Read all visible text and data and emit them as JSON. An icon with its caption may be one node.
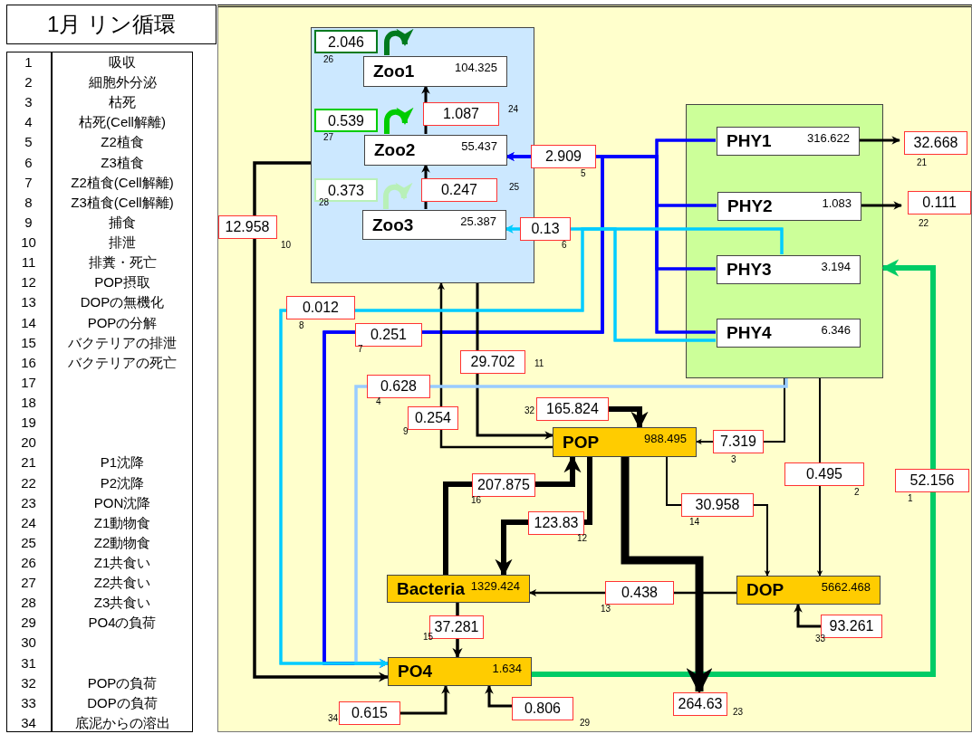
{
  "diagram": {
    "title": "1月 リン循環",
    "nodes": [
      {
        "text": [],
        "shape": "box"
      },
      {
        "text": [
          "Zoo1",
          "104.325"
        ],
        "in": 0
      },
      {
        "text": [
          "Zoo2",
          "55.437"
        ],
        "in": 0
      },
      {
        "text": [
          "Zoo3",
          "25.387"
        ],
        "in": 0
      },
      {
        "text": [],
        "shape": "box"
      },
      {
        "text": [
          "PHY1",
          "316.622"
        ],
        "in": 4
      },
      {
        "text": [
          "PHY2",
          "1.083"
        ],
        "in": 4
      },
      {
        "text": [
          "PHY3",
          "3.194"
        ],
        "in": 4
      },
      {
        "text": [
          "PHY4",
          "6.346"
        ],
        "in": 4
      },
      {
        "text": [
          "POP",
          "988.495"
        ]
      },
      {
        "text": [
          "Bacteria",
          "1329.424"
        ]
      },
      {
        "text": [
          "DOP",
          "5662.468"
        ]
      },
      {
        "text": [
          "PO4",
          "1.634"
        ]
      }
    ],
    "edges": [
      {
        "from": 5,
        "to": 2,
        "arrow": "to",
        "label": "2.909",
        "color": "#0000ff"
      },
      {
        "from": 6,
        "to": 2,
        "arrow": "to",
        "color": "#0000ff"
      },
      {
        "from": 7,
        "to": 2,
        "arrow": "to",
        "color": "#0000ff"
      },
      {
        "from": 8,
        "to": 2,
        "arrow": "to",
        "color": "#0000ff"
      },
      {
        "from": 5,
        "to": 12,
        "arrow": "to",
        "label": "0.251",
        "color": "#0000ff"
      },
      {
        "from": 6,
        "to": 12,
        "arrow": "to",
        "color": "#0000ff"
      },
      {
        "from": 7,
        "to": 12,
        "arrow": "to",
        "color": "#0000ff"
      },
      {
        "from": 8,
        "to": 12,
        "arrow": "to",
        "color": "#0000ff"
      },
      {
        "from": 7,
        "to": 3,
        "arrow": "to",
        "label": "0.13",
        "color": "#00ccff"
      },
      {
        "from": 8,
        "to": 3,
        "arrow": "to",
        "color": "#00ccff"
      },
      {
        "from": 7,
        "to": 12,
        "arrow": "to",
        "label": "0.012",
        "color": "#00ccff"
      },
      {
        "from": 8,
        "to": 12,
        "arrow": "to",
        "color": "#00ccff"
      },
      {
        "from": 4,
        "to": 12,
        "arrow": "to",
        "label": "0.628",
        "color": "#99ccff"
      },
      {
        "from": 12,
        "to": 4,
        "arrow": "to",
        "label": "52.156",
        "color": "#00cc66",
        "style": "thick"
      },
      {
        "from": 4,
        "to": 11,
        "arrow": "to",
        "label": "0.495"
      },
      {
        "from": 4,
        "to": 9,
        "arrow": "to",
        "label": "7.319"
      },
      {
        "from": 9,
        "to": 0,
        "arrow": "to",
        "label": "0.254"
      },
      {
        "from": 0,
        "to": 12,
        "arrow": "to",
        "label": "12.958"
      },
      {
        "from": 0,
        "to": 9,
        "arrow": "to",
        "label": "29.702"
      },
      {
        "from": 9,
        "to": 10,
        "arrow": "to",
        "label": "123.83",
        "style": "thick"
      },
      {
        "from": 11,
        "to": 10,
        "arrow": "to",
        "label": "0.438"
      },
      {
        "from": 9,
        "to": 11,
        "arrow": "to",
        "label": "30.958"
      },
      {
        "from": 10,
        "to": 12,
        "arrow": "to",
        "label": "37.281"
      },
      {
        "from": 10,
        "to": 9,
        "arrow": "to",
        "label": "207.875",
        "style": "thick"
      },
      {
        "from": 5,
        "to": null,
        "arrow": "to",
        "label": "32.668"
      },
      {
        "from": 6,
        "to": null,
        "arrow": "to",
        "label": "0.111"
      },
      {
        "from": 9,
        "to": null,
        "arrow": "to",
        "label": "264.63",
        "style": "thick"
      },
      {
        "from": 2,
        "to": 1,
        "arrow": "to",
        "label": "1.087"
      },
      {
        "from": 3,
        "to": 2,
        "arrow": "to",
        "label": "0.247"
      },
      {
        "from": 1,
        "to": 1,
        "arrow": "to",
        "label": "2.046",
        "color": "#007a1e",
        "style": "thick"
      },
      {
        "from": 2,
        "to": 2,
        "arrow": "to",
        "label": "0.539",
        "color": "#00cc00",
        "style": "thick"
      },
      {
        "from": 3,
        "to": 3,
        "arrow": "to",
        "label": "0.373",
        "color": "#b8f0b8",
        "style": "thick"
      },
      {
        "from": null,
        "to": 12,
        "arrow": "to",
        "label": "0.806"
      },
      {
        "from": null,
        "to": 9,
        "arrow": "to",
        "label": "165.824",
        "style": "thick"
      },
      {
        "from": null,
        "to": 11,
        "arrow": "to",
        "label": "93.261"
      },
      {
        "from": null,
        "to": 12,
        "arrow": "to",
        "label": "0.615"
      }
    ],
    "labels": [
      "1",
      "吸収",
      "2",
      "細胞外分泌",
      "3",
      "枯死",
      "4",
      "枯死(Cell解離)",
      "5",
      "Z2植食",
      "6",
      "Z3植食",
      "7",
      "Z2植食(Cell解離)",
      "8",
      "Z3植食(Cell解離)",
      "9",
      "捕食",
      "10",
      "排泄",
      "11",
      "排糞・死亡",
      "12",
      "POP摂取",
      "13",
      "DOPの無機化",
      "14",
      "POPの分解",
      "15",
      "バクテリアの排泄",
      "16",
      "バクテリアの死亡",
      "17",
      "18",
      "19",
      "20",
      "21",
      "P1沈降",
      "22",
      "P2沈降",
      "23",
      "PON沈降",
      "24",
      "Z1動物食",
      "25",
      "Z2動物食",
      "26",
      "Z1共食い",
      "27",
      "Z2共食い",
      "28",
      "Z3共食い",
      "29",
      "PO4の負荷",
      "30",
      "31",
      "32",
      "POPの負荷",
      "33",
      "DOPの負荷",
      "34",
      "底泥からの溶出",
      "5",
      "7",
      "6",
      "8",
      "4",
      "1",
      "2",
      "3",
      "9",
      "10",
      "11",
      "12",
      "13",
      "14",
      "15",
      "16",
      "21",
      "22",
      "23",
      "24",
      "25",
      "26",
      "27",
      "28",
      "29",
      "32",
      "33",
      "34"
    ]
  }
}
